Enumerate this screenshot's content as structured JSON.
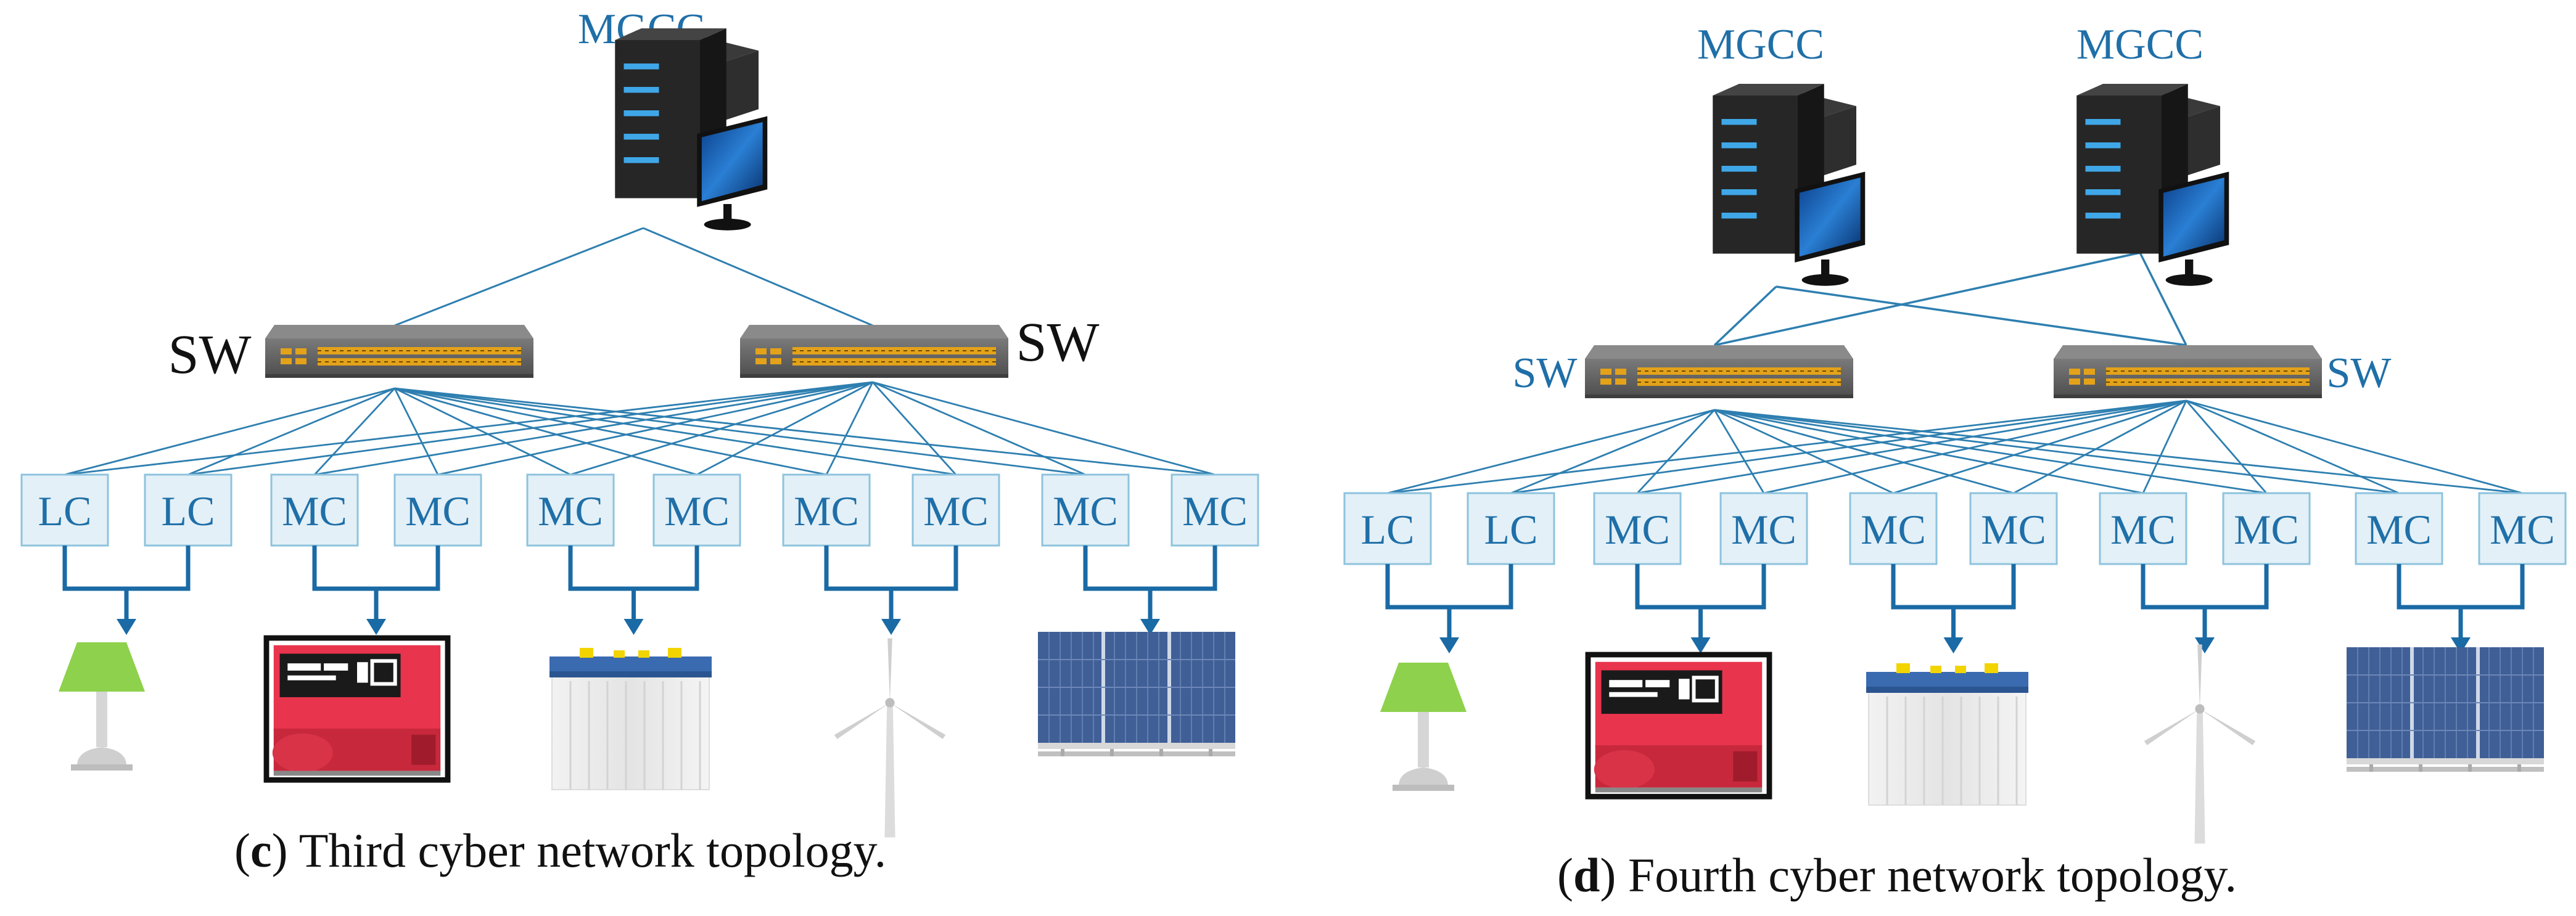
{
  "panels": [
    {
      "id": "c",
      "caption_letter": "c",
      "caption_text": "Third cyber network topology.",
      "mgcc": [
        {
          "label": "MGCC"
        }
      ],
      "switches": [
        {
          "label": "SW"
        },
        {
          "label": "SW"
        }
      ],
      "controllers": [
        "LC",
        "LC",
        "MC",
        "MC",
        "MC",
        "MC",
        "MC",
        "MC",
        "MC",
        "MC"
      ],
      "devices": [
        "lamp-icon",
        "generator-icon",
        "battery-icon",
        "wind-turbine-icon",
        "solar-panel-icon"
      ]
    },
    {
      "id": "d",
      "caption_letter": "d",
      "caption_text": "Fourth cyber network topology.",
      "mgcc": [
        {
          "label": "MGCC"
        },
        {
          "label": "MGCC"
        }
      ],
      "switches": [
        {
          "label": "SW"
        },
        {
          "label": "SW"
        }
      ],
      "controllers": [
        "LC",
        "LC",
        "MC",
        "MC",
        "MC",
        "MC",
        "MC",
        "MC",
        "MC",
        "MC"
      ],
      "devices": [
        "lamp-icon",
        "generator-icon",
        "battery-icon",
        "wind-turbine-icon",
        "solar-panel-icon"
      ]
    }
  ],
  "colors": {
    "link": "#2e7fb0",
    "label": "#1f6fa8",
    "controller_fill": "#e3f0f7",
    "controller_stroke": "#8ec3de",
    "bus": "#1a6aa5",
    "server_body": "#2b2b2b",
    "switch_body": "#6b6b6b",
    "port": "#e3a21a",
    "lamp": "#8ed14c",
    "generator": "#e8344c",
    "solar": "#3f5f96"
  }
}
